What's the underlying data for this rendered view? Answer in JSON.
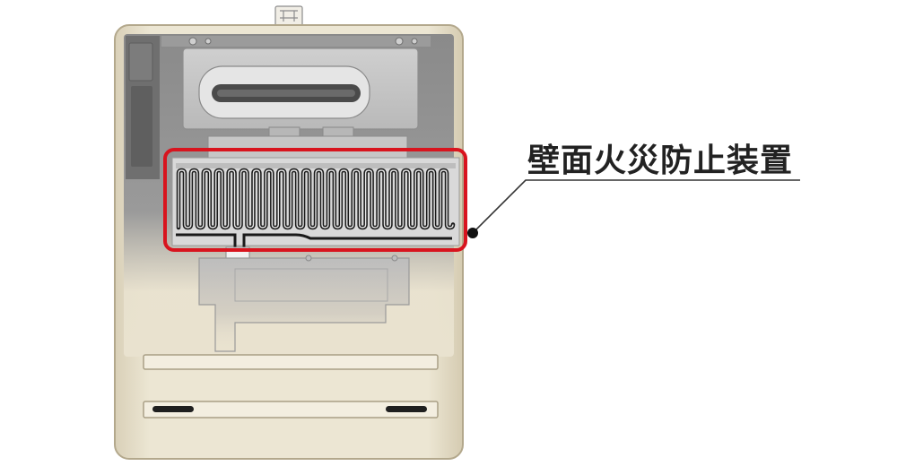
{
  "callout": {
    "label": "壁面火災防止装置"
  },
  "colors": {
    "casing": "#e9e2cf",
    "casing_edge": "#b8ad92",
    "interior": "#8e8e8e",
    "highlight": "#d8141e",
    "heater_line": "#1a1a1a",
    "leader_line": "#333333"
  },
  "icons": {
    "heater": "zigzag-heater-element",
    "marker": "leader-dot"
  }
}
